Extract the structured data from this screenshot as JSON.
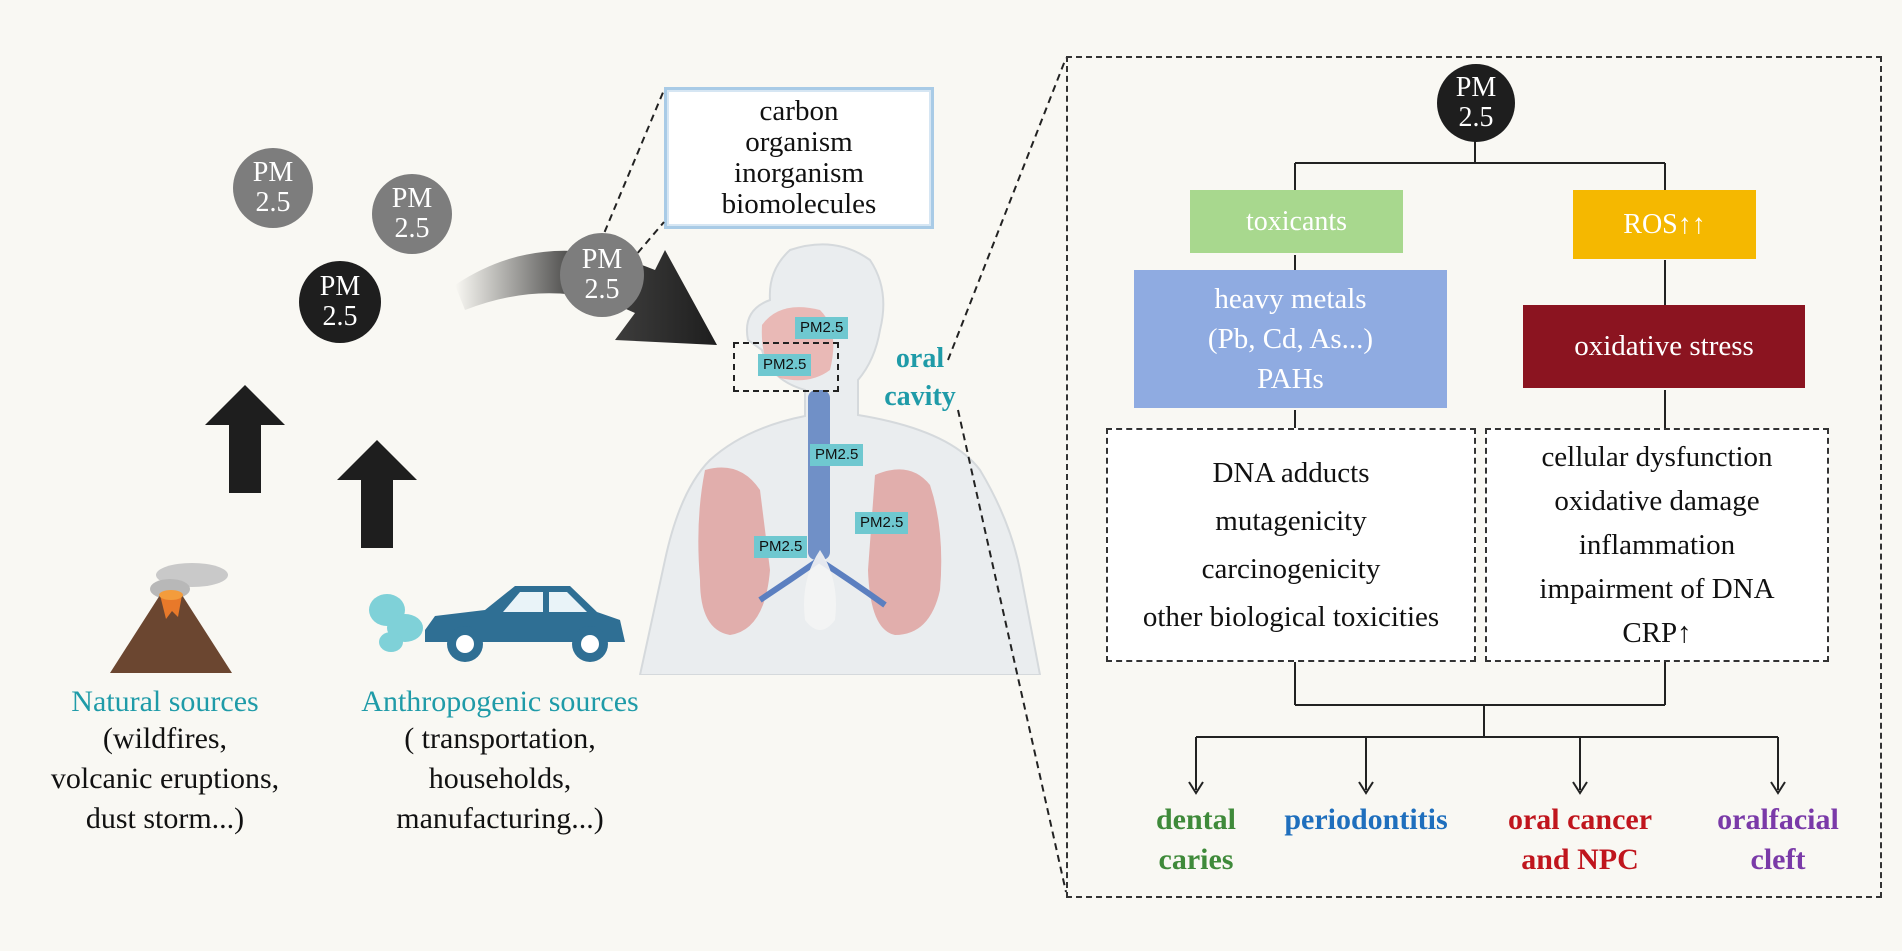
{
  "pm_label_top": "PM",
  "pm_label_bottom": "2.5",
  "composition": [
    "carbon",
    "organism",
    "inorganism",
    "biomolecules"
  ],
  "natural": {
    "title": "Natural sources",
    "lines": [
      "(wildfires,",
      "volcanic eruptions,",
      "dust storm...)"
    ]
  },
  "anthropogenic": {
    "title": "Anthropogenic sources",
    "lines": [
      "( transportation,",
      "households,",
      "manufacturing...)"
    ]
  },
  "body_tag": "PM2.5",
  "oral_label": [
    "oral",
    "cavity"
  ],
  "panel": {
    "toxicants": "toxicants",
    "ros": "ROS↑↑",
    "heavy": [
      "heavy metals",
      "(Pb, Cd, As...)",
      "PAHs"
    ],
    "oxidative": "oxidative stress",
    "left_effects": [
      "DNA adducts",
      "mutagenicity",
      "carcinogenicity",
      "other biological toxicities"
    ],
    "right_effects": [
      "cellular dysfunction",
      "oxidative damage",
      "inflammation",
      "impairment of DNA",
      "CRP↑"
    ]
  },
  "outcomes": [
    {
      "line1": "dental",
      "line2": "caries",
      "color": "#3f8a3a"
    },
    {
      "line1": "periodontitis",
      "line2": "",
      "color": "#1f6fbd"
    },
    {
      "line1": "oral cancer",
      "line2": "and NPC",
      "color": "#c0151d"
    },
    {
      "line1": "oralfacial",
      "line2": "cleft",
      "color": "#7a3aa8"
    }
  ],
  "colors": {
    "toxicants": "#a8d88e",
    "ros": "#f5b800",
    "heavy": "#8fabe1",
    "oxidative": "#8b1420",
    "teal": "#1f9ba8"
  }
}
